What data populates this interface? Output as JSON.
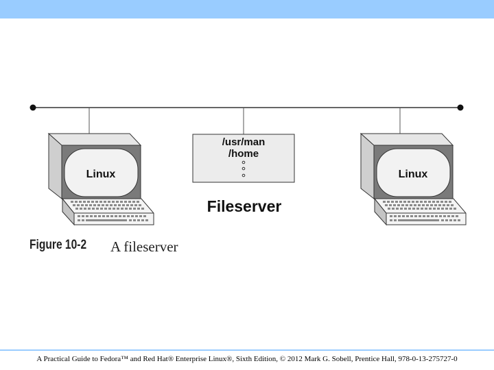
{
  "diagram": {
    "left_computer_label": "Linux",
    "right_computer_label": "Linux",
    "fileserver_label": "Fileserver",
    "fileserver_dirs": [
      "/usr/man",
      "/home"
    ]
  },
  "caption": {
    "figure_number": "Figure 10-2",
    "figure_title": "A fileserver"
  },
  "footer": {
    "text": "A Practical Guide to Fedora™ and Red Hat® Enterprise Linux®, Sixth Edition, © 2012 Mark G. Sobell, Prentice Hall, 978-0-13-275727-0"
  },
  "colors": {
    "top_bar": "#99ccff",
    "monitor_frame": "#7a7a7a",
    "screen": "#f2f2f2",
    "server_box": "#ececec"
  }
}
